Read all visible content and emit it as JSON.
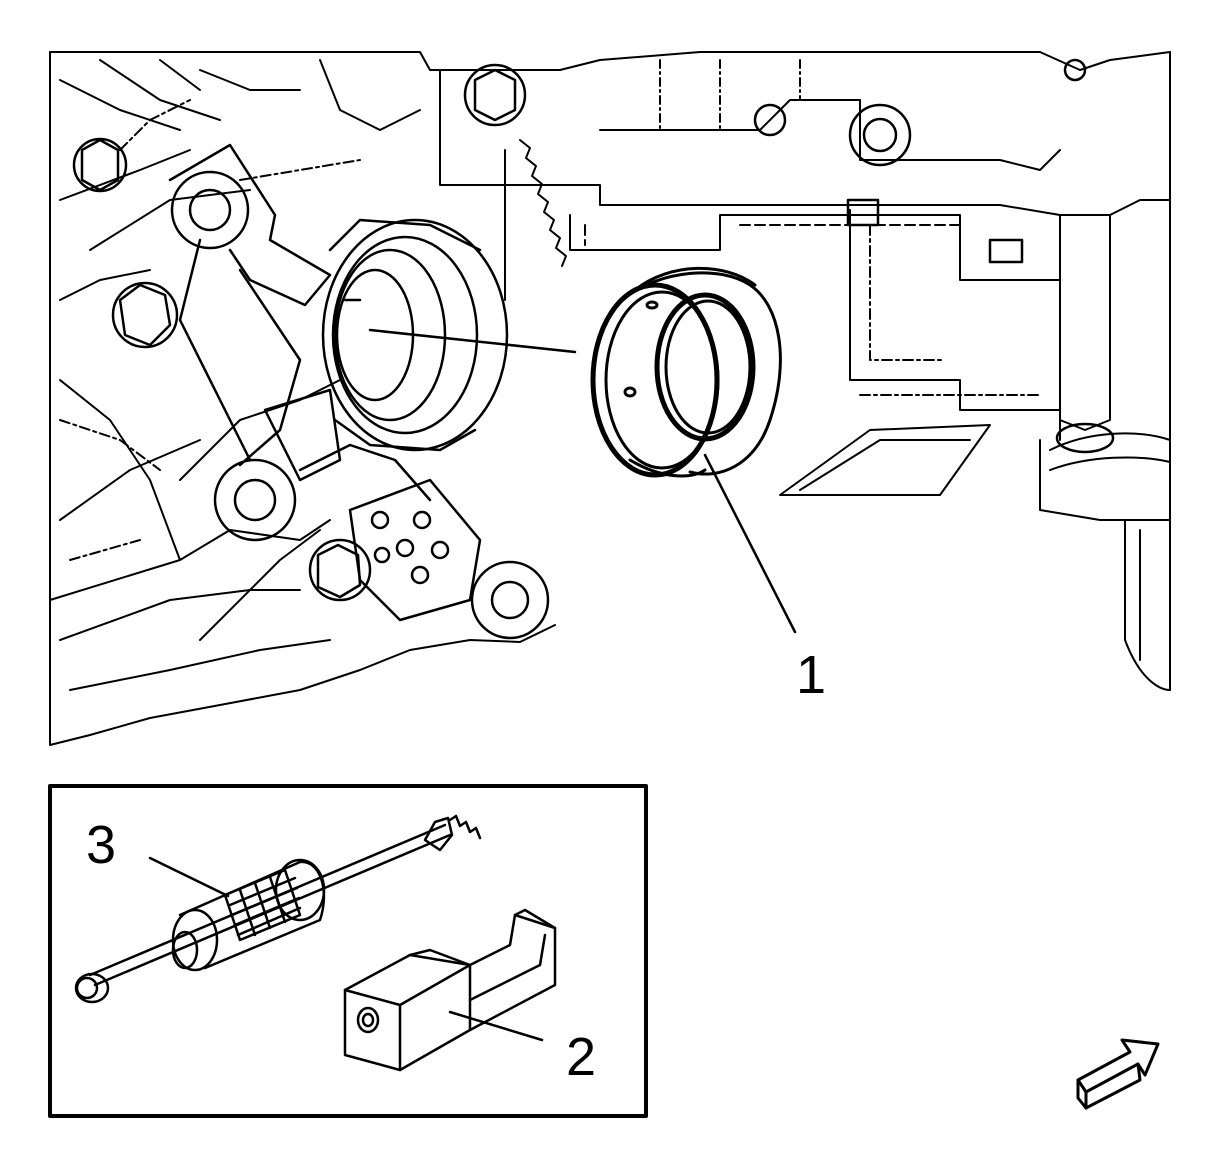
{
  "callouts": {
    "one": "1",
    "two": "2",
    "three": "3"
  },
  "parts": {
    "one": "seal",
    "two": "remover-adapter",
    "three": "slide-hammer"
  },
  "colors": {
    "line": "#000000",
    "background": "#ffffff"
  },
  "icons": {
    "orientation": "view-direction-arrow-icon"
  }
}
